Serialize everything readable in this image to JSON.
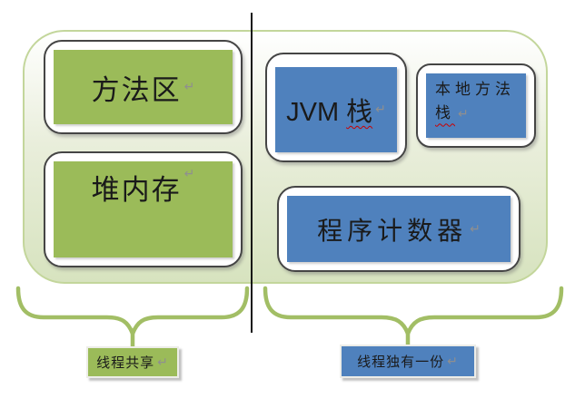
{
  "diagram": {
    "left_region": {
      "method_area": {
        "label": "方法区",
        "mark": "↵"
      },
      "heap": {
        "label": "堆内存",
        "mark": "↵"
      },
      "footer": {
        "label": "线程共享",
        "mark": "↵"
      }
    },
    "right_region": {
      "jvm_stack": {
        "label_latin": "JVM",
        "label_cjk": "栈",
        "mark": "↵"
      },
      "native_method_stack": {
        "line1": "本地方法",
        "line2": "栈",
        "mark": "↵"
      },
      "program_counter": {
        "label": "程序计数器",
        "mark": "↵"
      },
      "footer": {
        "label": "线程独有一份",
        "mark": "↵"
      }
    }
  },
  "colors": {
    "green": "#9BBB59",
    "blue": "#4F81BD",
    "container_border": "#C3D69B",
    "container_fill_top": "#FFFFFF",
    "container_fill_mid": "#E9EEDB",
    "container_fill_bottom": "#D7E3BF",
    "brace": "#A2BE65",
    "divider": "#161616",
    "mark": "#8F8F8F",
    "squiggle": "#CC0000"
  }
}
